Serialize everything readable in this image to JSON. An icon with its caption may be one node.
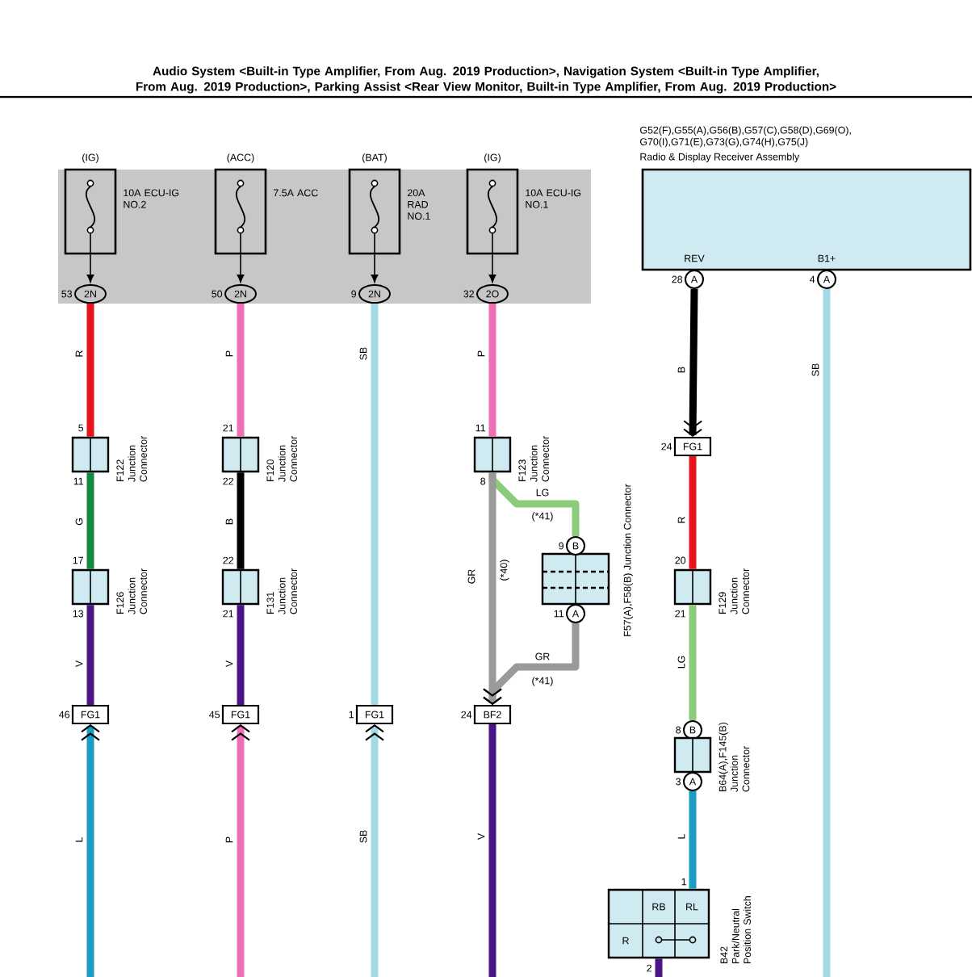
{
  "diagram": {
    "title": "Audio System <Built-in Type Amplifier, From Aug. 2019 Production>, Navigation System <Built-in Type Amplifier, From Aug. 2019 Production>, Parking Assist <Rear View Monitor, Built-in Type Amplifier, From Aug. 2019 Production>",
    "nodes": [
      {
        "text": [],
        "shape": "box"
      },
      {
        "text": [
          "(IG)",
          "10A ECU-IG NO.2"
        ],
        "in": 0
      },
      {
        "text": [
          "(ACC)",
          "7.5A ACC"
        ],
        "in": 0
      },
      {
        "text": [
          "(BAT)",
          "20A RAD NO.1"
        ],
        "in": 0
      },
      {
        "text": [
          "(IG)",
          "10A ECU-IG NO.1"
        ],
        "in": 0
      },
      {
        "text": [
          "2N"
        ],
        "beside": [
          "53"
        ],
        "in": 0
      },
      {
        "text": [
          "2N"
        ],
        "beside": [
          "50"
        ],
        "in": 0
      },
      {
        "text": [
          "2N"
        ],
        "beside": [
          "9"
        ],
        "in": 0
      },
      {
        "text": [
          "2O"
        ],
        "beside": [
          "32"
        ],
        "in": 0
      },
      {
        "text": [
          "G52(F),G55(A),G56(B),G57(C),G58(D),G69(O), G70(I),G71(E),G73(G),G74(H),G75(J)",
          "Radio & Display Receiver Assembly",
          "REV",
          "B1+"
        ]
      },
      {
        "text": [
          "A"
        ],
        "beside": [
          "28"
        ]
      },
      {
        "text": [
          "A"
        ],
        "beside": [
          "4"
        ]
      },
      {
        "text": [
          "F122 Junction Connector"
        ],
        "beside": [
          "5",
          "11"
        ]
      },
      {
        "text": [
          "F126 Junction Connector"
        ],
        "beside": [
          "17",
          "13"
        ]
      },
      {
        "text": [
          "FG1"
        ],
        "beside": [
          "46"
        ]
      },
      {
        "text": [
          "F120 Junction Connector"
        ],
        "beside": [
          "21",
          "22"
        ]
      },
      {
        "text": [
          "F131 Junction Connector"
        ],
        "beside": [
          "22",
          "21"
        ]
      },
      {
        "text": [
          "FG1"
        ],
        "beside": [
          "45"
        ]
      },
      {
        "text": [
          "FG1"
        ],
        "beside": [
          "1"
        ]
      },
      {
        "text": [
          "F123 Junction Connector"
        ],
        "beside": [
          "11",
          "8"
        ]
      },
      {
        "text": [
          "F57(A),F58(B) Junction Connector"
        ]
      },
      {
        "text": [
          "B"
        ],
        "beside": [
          "9"
        ]
      },
      {
        "text": [
          "A"
        ],
        "beside": [
          "11"
        ]
      },
      {
        "text": [
          "BF2"
        ],
        "beside": [
          "24"
        ]
      },
      {
        "text": [
          "FG1"
        ],
        "beside": [
          "24"
        ]
      },
      {
        "text": [
          "F129 Junction Connector"
        ],
        "beside": [
          "20",
          "21"
        ]
      },
      {
        "text": [
          "B"
        ],
        "beside": [
          "8"
        ]
      },
      {
        "text": [
          "B64(A),F145(B) Junction Connector"
        ]
      },
      {
        "text": [
          "A"
        ],
        "beside": [
          "3"
        ]
      },
      {
        "text": [
          "B42 Park/Neutral Position Switch",
          "RB",
          "RL",
          "R"
        ],
        "beside": [
          "1",
          "2"
        ]
      }
    ],
    "edges": [
      {
        "from": 1,
        "to": 5,
        "arrow": "to"
      },
      {
        "from": 2,
        "to": 6,
        "arrow": "to"
      },
      {
        "from": 3,
        "to": 7,
        "arrow": "to"
      },
      {
        "from": 4,
        "to": 8,
        "arrow": "to"
      },
      {
        "from": 5,
        "to": 12,
        "arrow": "none",
        "label": "R",
        "color": "#e8141c"
      },
      {
        "from": 12,
        "to": 13,
        "arrow": "none",
        "label": "G",
        "color": "#0f8a3e"
      },
      {
        "from": 13,
        "to": 14,
        "arrow": "none",
        "label": "V",
        "color": "#4a1486"
      },
      {
        "from": null,
        "to": 14,
        "arrow": "to",
        "label": "L",
        "color": "#1a9cc4"
      },
      {
        "from": 6,
        "to": 15,
        "arrow": "none",
        "label": "P",
        "color": "#ee6fb5"
      },
      {
        "from": 15,
        "to": 16,
        "arrow": "none",
        "label": "B",
        "color": "#000000"
      },
      {
        "from": 16,
        "to": 17,
        "arrow": "none",
        "label": "V",
        "color": "#4a1486"
      },
      {
        "from": null,
        "to": 17,
        "arrow": "to",
        "label": "P",
        "color": "#ee6fb5"
      },
      {
        "from": 7,
        "to": 18,
        "arrow": "none",
        "label": "SB",
        "color": "#a3d9e6"
      },
      {
        "from": null,
        "to": 18,
        "arrow": "to",
        "label": "SB",
        "color": "#a3d9e6"
      },
      {
        "from": 8,
        "to": 19,
        "arrow": "none",
        "label": "P",
        "color": "#ee6fb5"
      },
      {
        "from": 19,
        "to": 21,
        "arrow": "none",
        "label": "LG",
        "color": "#8ccb7a"
      },
      {
        "from": 19,
        "to": 23,
        "arrow": "to",
        "label": "GR",
        "color": "#9a9a9a"
      },
      {
        "from": 22,
        "to": 23,
        "arrow": "to",
        "label": "GR",
        "color": "#9a9a9a"
      },
      {
        "from": 23,
        "to": null,
        "arrow": "none",
        "label": "V",
        "color": "#4a1486"
      },
      {
        "from": 10,
        "to": 24,
        "arrow": "to",
        "label": "B",
        "color": "#000000"
      },
      {
        "from": 24,
        "to": 25,
        "arrow": "none",
        "label": "R",
        "color": "#e8141c"
      },
      {
        "from": 25,
        "to": 26,
        "arrow": "none",
        "label": "LG",
        "color": "#8ccb7a"
      },
      {
        "from": 28,
        "to": 29,
        "arrow": "none",
        "label": "L",
        "color": "#1a9cc4"
      },
      {
        "from": 29,
        "to": null,
        "arrow": "none",
        "color": "#4a1486"
      },
      {
        "from": 11,
        "to": null,
        "arrow": "none",
        "label": "SB",
        "color": "#a3d9e6"
      }
    ],
    "labels": [
      "(*41)",
      "(*40)",
      "(*41)"
    ]
  }
}
